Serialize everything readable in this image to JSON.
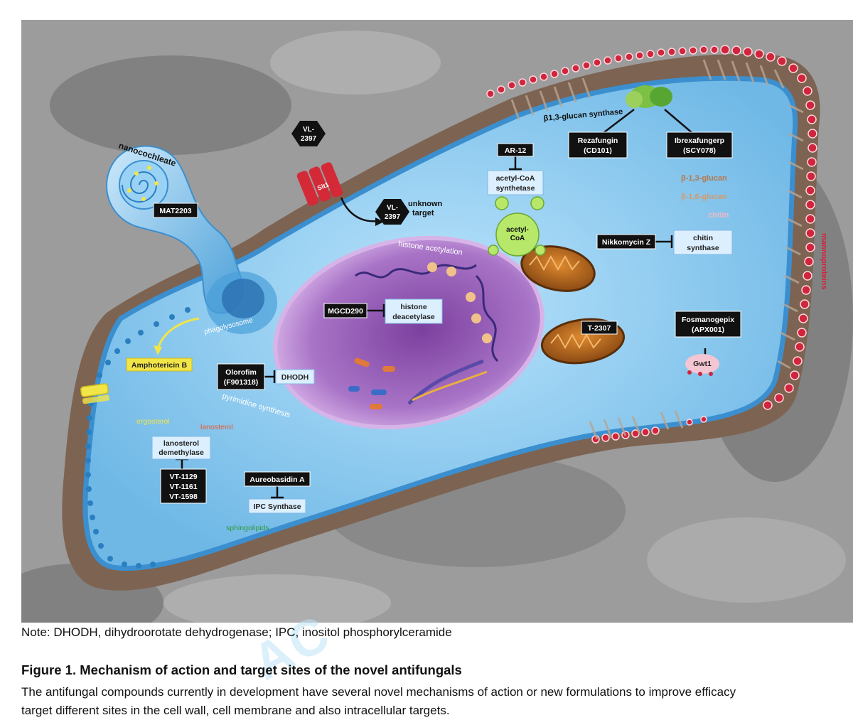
{
  "figure": {
    "labels": {
      "nanocochleate": "nanocochleate",
      "mat2203": "MAT2203",
      "phagolysosome": "phagolysosome",
      "vl2397_top_1": "VL-",
      "vl2397_top_2": "2397",
      "sit1": "Sit1",
      "vl2397_bot_1": "VL-",
      "vl2397_bot_2": "2397",
      "unknown_target_1": "unknown",
      "unknown_target_2": "target",
      "glucan_synthase": "β1,3-glucan synthase",
      "rezafungin_1": "Rezafungin",
      "rezafungin_2": "(CD101)",
      "ibrexafungerp_1": "Ibrexafungerp",
      "ibrexafungerp_2": "(SCY078)",
      "ar12": "AR-12",
      "acetylcoa_synthetase_1": "acetyl-CoA",
      "acetylcoa_synthetase_2": "synthetase",
      "acetylcoa_1": "acetyl-",
      "acetylcoa_2": "CoA",
      "b13glucan": "β-1,3-glucan",
      "b16glucan": "β-1,6-glucan",
      "chitin": "chitin",
      "mannoproteins": "mannoproteins",
      "nikkomycin": "Nikkomycin Z",
      "chitin_synthase_1": "chitin",
      "chitin_synthase_2": "synthase",
      "histone_acetylation": "histone acetylation",
      "mgcd290": "MGCD290",
      "histone_deacetylase_1": "histone",
      "histone_deacetylase_2": "deacetylase",
      "t2307": "T-2307",
      "fosmanogepix_1": "Fosmanogepix",
      "fosmanogepix_2": "(APX001)",
      "gwt1": "Gwt1",
      "amphotericin": "Amphotericin B",
      "olorofim_1": "Olorofim",
      "olorofim_2": "(F901318)",
      "dhodh": "DHODH",
      "pyrimidine": "pyrimidine synthesis",
      "ergosterol": "ergosterol",
      "lanosterol": "lanosterol",
      "lanosterol_demethylase_1": "lanosterol",
      "lanosterol_demethylase_2": "demethylase",
      "vt1129": "VT-1129",
      "vt1161": "VT-1161",
      "vt1598": "VT-1598",
      "aureobasidin": "Aureobasidin A",
      "ipc_synthase": "IPC Synthase",
      "sphingolipids": "sphingolipids"
    }
  },
  "caption": {
    "note": "Note: DHODH, dihydroorotate dehydrogenase; IPC, inositol phosphorylceramide",
    "title": "Figure 1. Mechanism of action and target sites of the novel antifungals",
    "body_line1": "The antifungal compounds currently in development have several novel mechanisms of action or new formulations to improve efficacy",
    "body_line2": "target different sites in the cell wall, cell membrane and also intracellular targets."
  },
  "colors": {
    "background_gray": "#9c9c9c",
    "cell_wall": "#7d6352",
    "cytoplasm": "#8fcdf0",
    "membrane_blue": "#2a7fc0",
    "nucleus": "#9d5fb8",
    "drug_box": "#111111",
    "target_box": "#dcefff",
    "mannoprotein_red": "#d0253d",
    "amphotericin_yellow": "#f2e547"
  }
}
